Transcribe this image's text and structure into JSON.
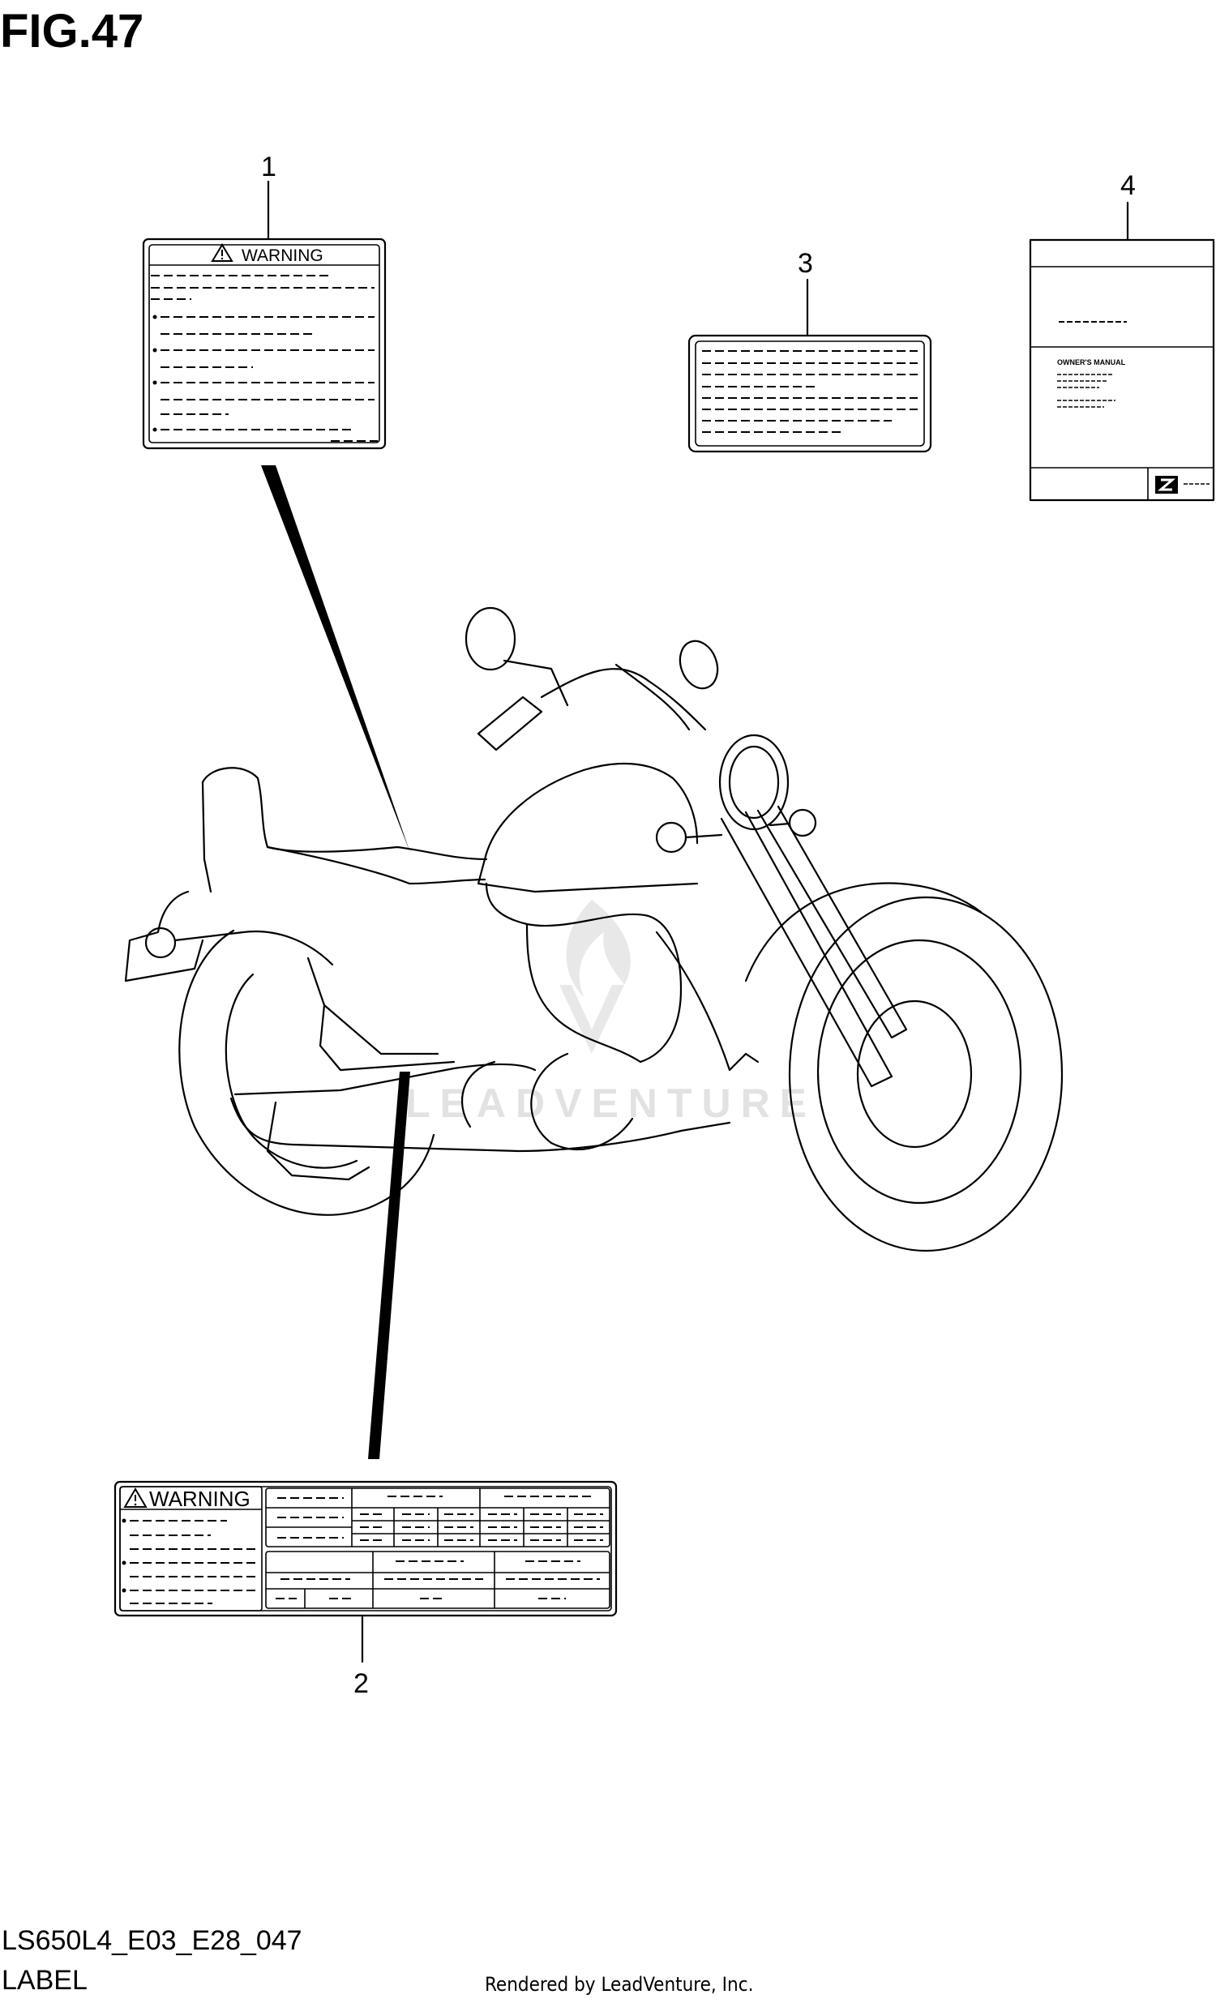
{
  "figure": {
    "title": "FIG.47",
    "code": "LS650L4_E03_E28_047",
    "name": "LABEL",
    "rendered_by": "Rendered by LeadVenture, Inc."
  },
  "callouts": [
    {
      "number": "1"
    },
    {
      "number": "2"
    },
    {
      "number": "3"
    },
    {
      "number": "4"
    }
  ],
  "label_1": {
    "heading": "WARNING"
  },
  "label_2": {
    "heading": "WARNING"
  },
  "label_4": {
    "manual_text": "OWNER'S MANUAL"
  },
  "watermark": {
    "text": "LEADVENTURE"
  }
}
